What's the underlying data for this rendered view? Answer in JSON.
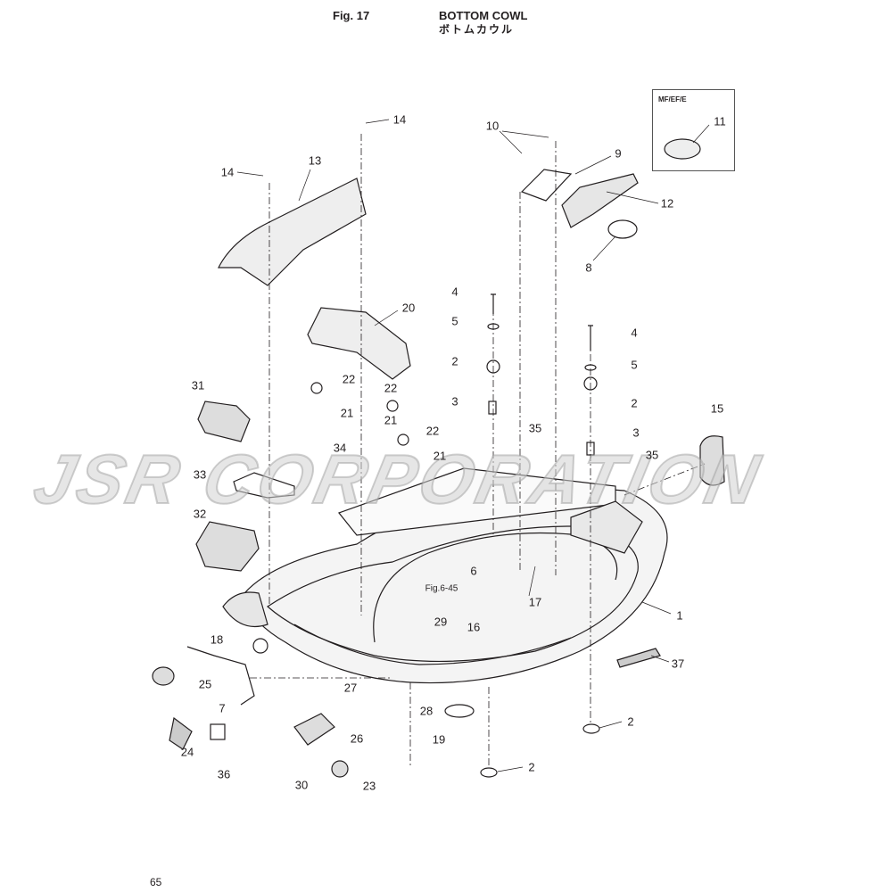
{
  "header": {
    "figure": "Fig. 17",
    "title_en": "BOTTOM COWL",
    "title_jp": "ボトムカウル"
  },
  "variant_box": {
    "label": "MF/EF/E",
    "callout": "11"
  },
  "callouts": [
    "14",
    "14",
    "13",
    "10",
    "9",
    "12",
    "8",
    "20",
    "4",
    "5",
    "2",
    "3",
    "4",
    "5",
    "2",
    "3",
    "35",
    "35",
    "15",
    "31",
    "22",
    "22",
    "21",
    "21",
    "22",
    "21",
    "34",
    "33",
    "32",
    "6",
    "17",
    "1",
    "29",
    "16",
    "18",
    "37",
    "25",
    "7",
    "27",
    "28",
    "26",
    "19",
    "2",
    "24",
    "36",
    "30",
    "23",
    "2"
  ],
  "reference": "Fig.6-45",
  "watermark": "JSR CORPORATION",
  "page_number": "65"
}
